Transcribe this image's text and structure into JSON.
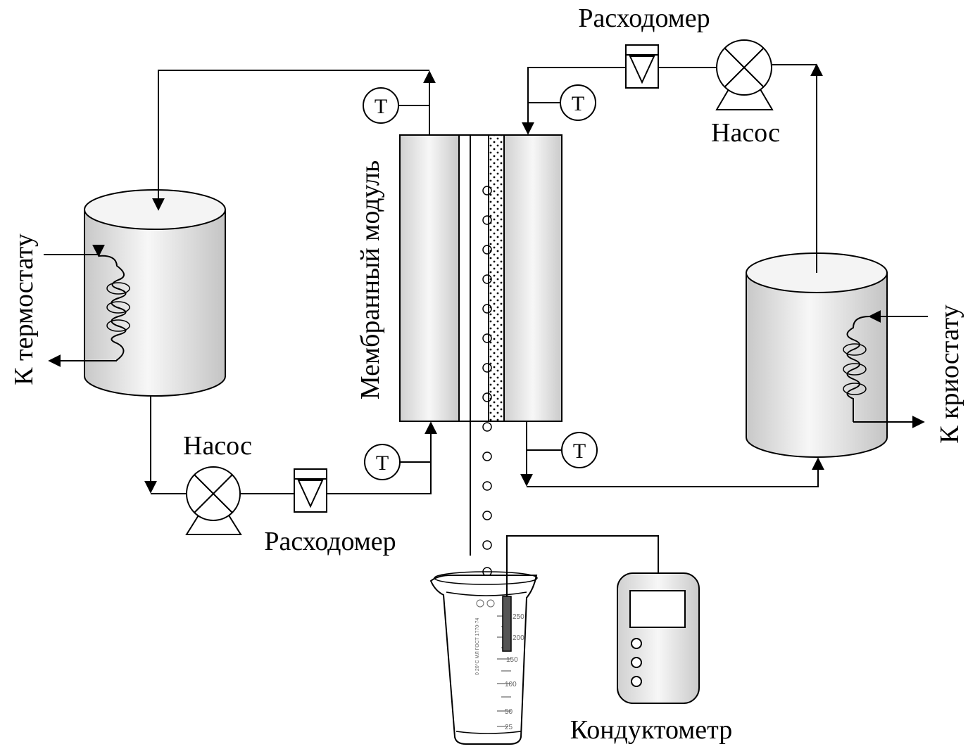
{
  "labels": {
    "flowmeter_top": "Расходомер",
    "pump_top": "Насос",
    "pump_bottom": "Насос",
    "flowmeter_bottom": "Расходомер",
    "thermostat": "К термостату",
    "cryostat": "К криостату",
    "membrane_module": "Мембранный модуль",
    "conductometer": "Кондуктометр",
    "temperature_symbol": "T"
  },
  "beaker": {
    "scale": [
      "250",
      "200",
      "150",
      "100",
      "50",
      "25"
    ],
    "marking": "0 20°C МЛ ГОСТ 1770-74"
  },
  "colors": {
    "line": "#000000",
    "fill_light": "#f2f2f2",
    "fill_shade": "#cfcfcf"
  }
}
